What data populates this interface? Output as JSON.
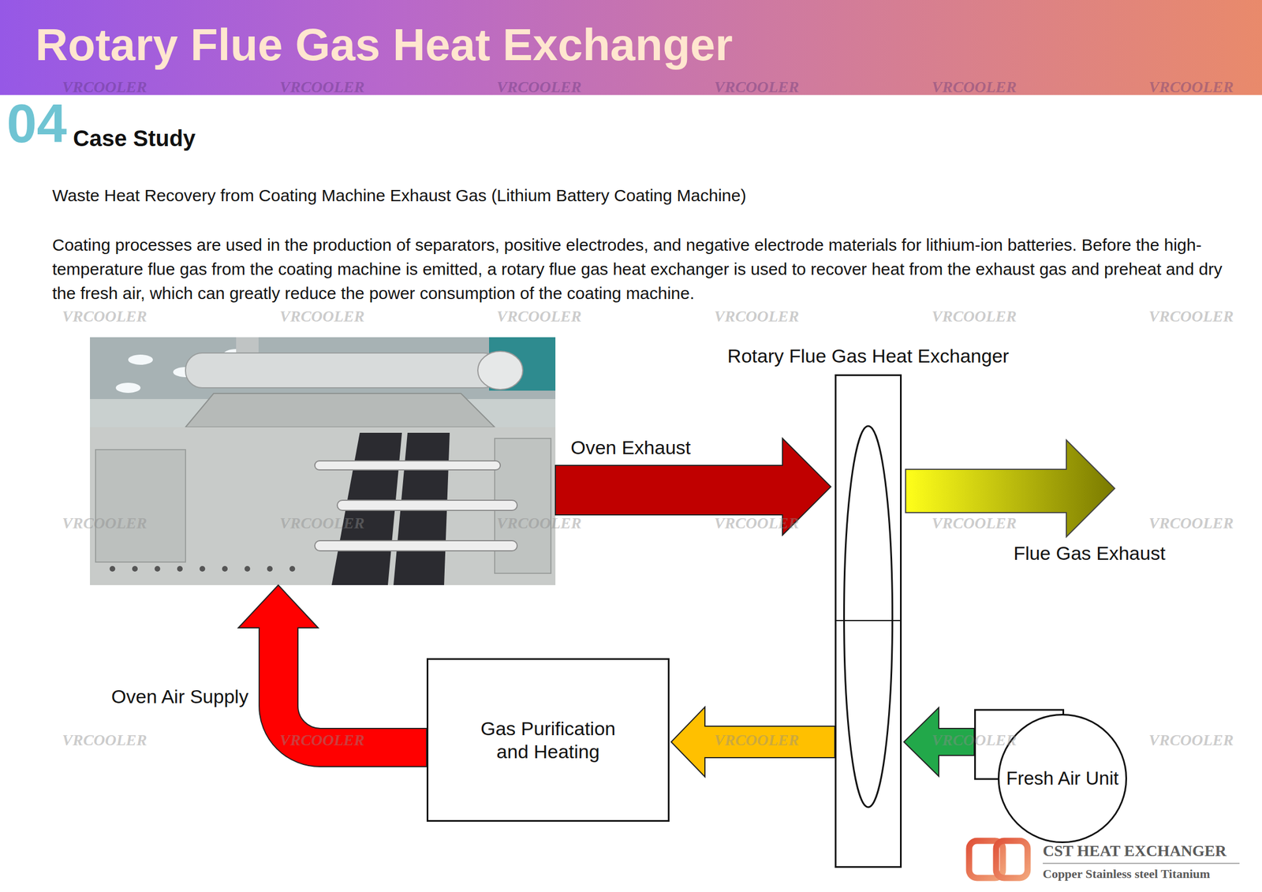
{
  "diagram": {
    "title": "Rotary Flue Gas Heat Exchanger",
    "nodes": [
      {
        "text": [
          "Rotary Flue Gas Heat Exchanger"
        ]
      },
      {
        "text": [
          "Gas Purification and Heating"
        ]
      },
      {
        "text": [
          "Fresh Air Unit"
        ]
      }
    ],
    "edges": [
      {
        "from": 2,
        "to": 0,
        "arrow": "to"
      },
      {
        "from": 0,
        "to": 1,
        "arrow": "to"
      }
    ],
    "labels": [
      "04",
      "Case Study",
      "Waste Heat Recovery from Coating Machine Exhaust Gas (Lithium Battery Coating Machine)",
      "Coating processes are used in the production of separators, positive electrodes, and negative electrode materials for lithium-ion batteries. Before the high-temperature flue gas from the coating machine is emitted, a rotary flue gas heat exchanger is used to recover heat from the exhaust gas and preheat and dry the fresh air, which can greatly reduce the power consumption of the coating machine.",
      "Oven Exhaust",
      "Flue Gas Exhaust",
      "Oven Air Supply",
      "CST HEAT EXCHANGER",
      "Copper Stainless steel Titanium",
      "VRCOOLER",
      "VRCOOLER",
      "VRCOOLER",
      "VRCOOLER",
      "VRCOOLER",
      "VRCOOLER",
      "VRCOOLER",
      "VRCOOLER",
      "VRCOOLER",
      "VRCOOLER",
      "VRCOOLER",
      "VRCOOLER",
      "VRCOOLER",
      "VRCOOLER",
      "VRCOOLER",
      "VRCOOLER",
      "VRCOOLER",
      "VRCOOLER",
      "VRCOOLER",
      "VRCOOLER",
      "VRCOOLER",
      "VRCOOLER",
      "VRCOOLER"
    ]
  }
}
